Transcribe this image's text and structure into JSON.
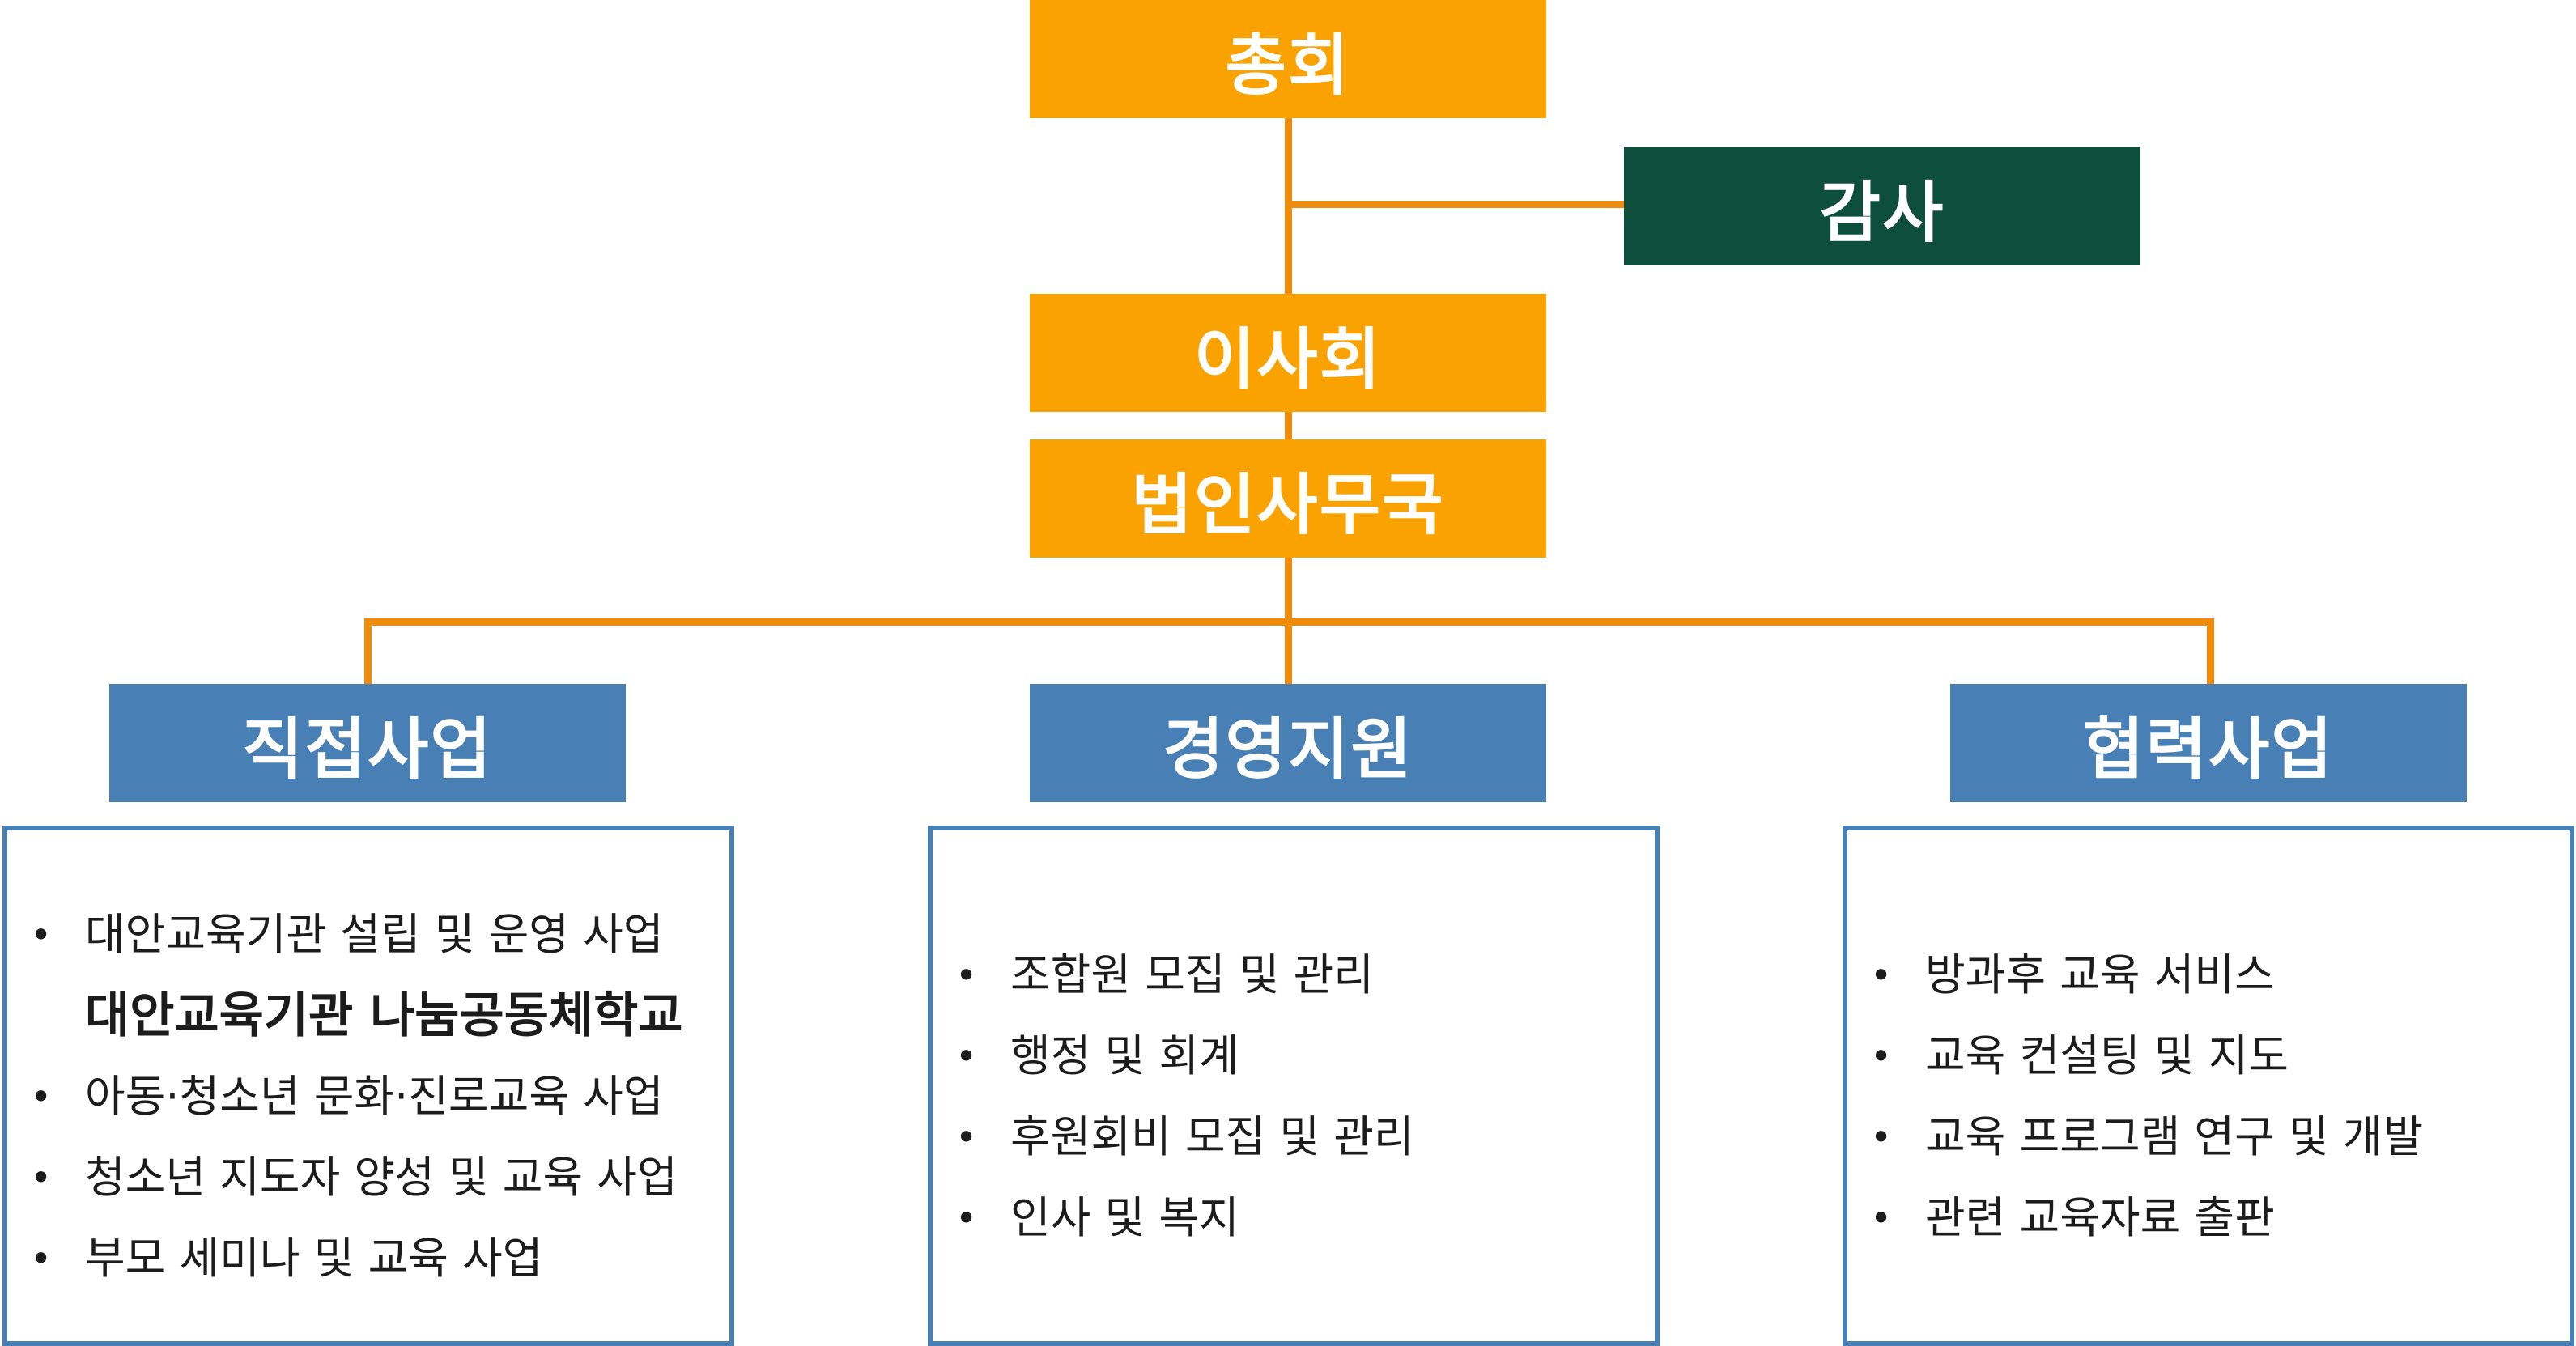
{
  "colors": {
    "connector": "#f08c0c",
    "top_box": "#f9a201",
    "audit_box": "#0d4f3b",
    "division_box": "#4880b5",
    "panel_border": "#4880b5"
  },
  "nodes": {
    "general_assembly": "총회",
    "audit": "감사",
    "board": "이사회",
    "secretariat": "법인사무국"
  },
  "divisions": [
    {
      "title": "직접사업",
      "items": [
        {
          "text": "대안교육기관 설립 및 운영 사업",
          "bullet": "•"
        },
        {
          "text": "대안교육기관 나눔공동체학교",
          "bullet": ""
        },
        {
          "text": "아동·청소년 문화·진로교육 사업",
          "bullet": "•"
        },
        {
          "text": "청소년 지도자 양성 및 교육 사업",
          "bullet": "•"
        },
        {
          "text": "부모 세미나 및 교육 사업",
          "bullet": "•"
        }
      ]
    },
    {
      "title": "경영지원",
      "items": [
        {
          "text": "조합원 모집 및 관리",
          "bullet": "•"
        },
        {
          "text": "행정 및 회계",
          "bullet": "•"
        },
        {
          "text": "후원회비 모집 및 관리",
          "bullet": "•"
        },
        {
          "text": "인사 및 복지",
          "bullet": "•"
        }
      ]
    },
    {
      "title": "협력사업",
      "items": [
        {
          "text": "방과후 교육 서비스",
          "bullet": "•"
        },
        {
          "text": "교육 컨설팅 및 지도",
          "bullet": "•"
        },
        {
          "text": "교육 프로그램 연구 및 개발",
          "bullet": "•"
        },
        {
          "text": "관련 교육자료 출판",
          "bullet": "•"
        }
      ]
    }
  ]
}
